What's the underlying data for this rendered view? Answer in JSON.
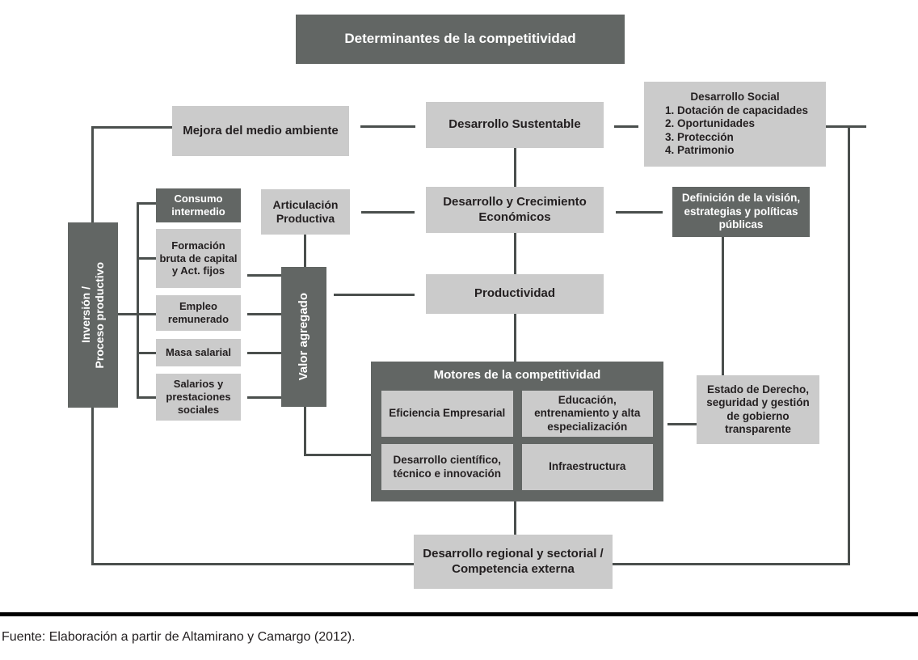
{
  "title": "Determinantes de la competitividad",
  "boxes": {
    "mejora": "Mejora del medio ambiente",
    "sustentable": "Desarrollo Sustentable",
    "social_heading": "Desarrollo Social",
    "social_items": [
      "1. Dotación de capacidades",
      "2. Oportunidades",
      "3. Protección",
      "4. Patrimonio"
    ],
    "consumo": "Consumo intermedio",
    "articulacion": "Articulación Productiva",
    "desarrollo_crecimiento": "Desarrollo y Crecimiento Económicos",
    "definicion": "Definición de la visión, estrategias y políticas públicas",
    "formacion": "Formación bruta de capital y Act. fijos",
    "valor_agregado": "Valor agregado",
    "productividad": "Productividad",
    "empleo": "Empleo remunerado",
    "masa": "Masa salarial",
    "salarios": "Salarios y prestaciones sociales",
    "inversion_line1": "Inversión /",
    "inversion_line2": "Proceso productivo",
    "motores_title": "Motores de la competitividad",
    "motores_cells": [
      "Eficiencia Empresarial",
      "Educación, entrenamiento y alta especialización",
      "Desarrollo científico, técnico e innovación",
      "Infraestructura"
    ],
    "estado": "Estado de Derecho, seguridad y gestión de gobierno transparente",
    "regional": "Desarrollo regional y sectorial / Competencia externa"
  },
  "source": "Fuente: Elaboración a partir de Altamirano y Camargo (2012).",
  "colors": {
    "dark": "#626664",
    "light": "#cbcbcb",
    "line": "#4a4f4d",
    "text_dark": "#231f20",
    "text_light": "#ffffff",
    "background": "#ffffff",
    "rule": "#000000"
  }
}
